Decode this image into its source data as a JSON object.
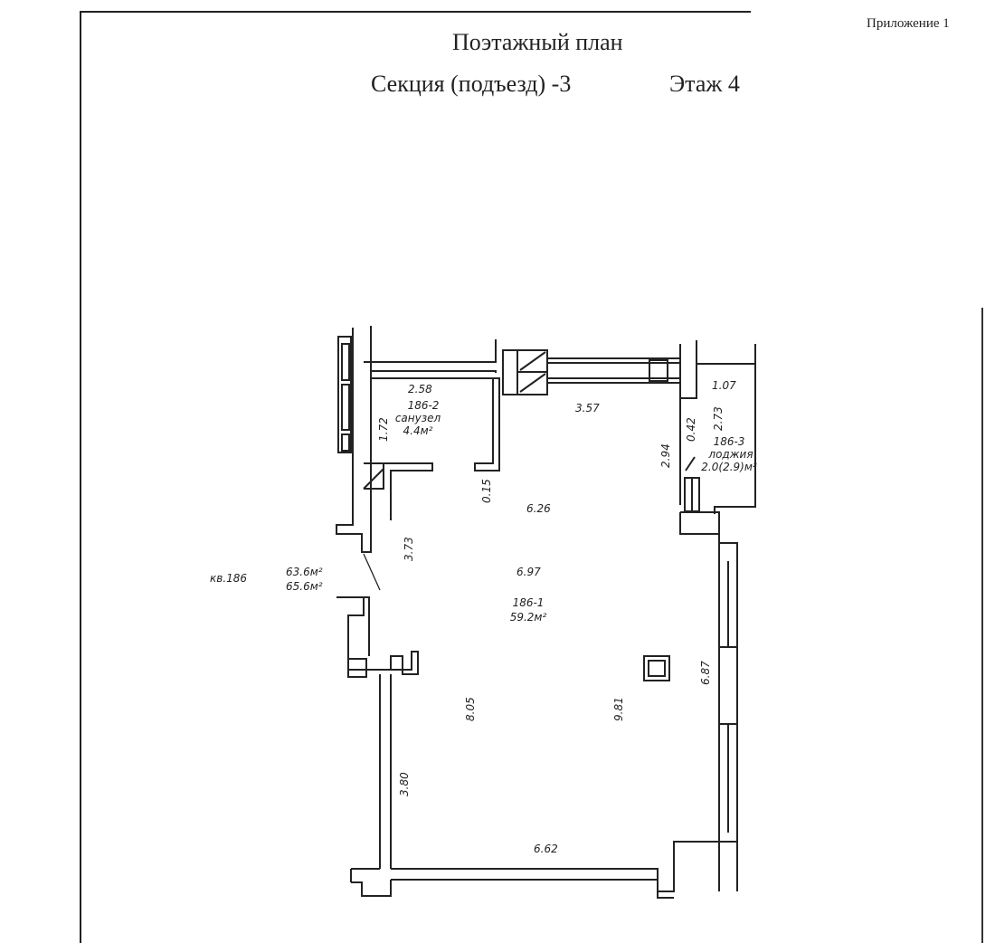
{
  "header": {
    "appendix": "Приложение 1",
    "title": "Поэтажный план",
    "section": "Секция (подъезд) -3",
    "floor": "Этаж 4"
  },
  "plan": {
    "apartment": {
      "label": "кв.186",
      "area_total": "63.6м²",
      "area_with_loggia": "65.6м²"
    },
    "rooms": [
      {
        "id": "186-1",
        "area": "59.2м²"
      },
      {
        "id": "186-2",
        "name": "санузел",
        "area": "4.4м²"
      },
      {
        "id": "186-3",
        "name": "лоджия",
        "area": "2.0(2.9)м²"
      }
    ],
    "dimensions": [
      "2.58",
      "1.72",
      "3.57",
      "1.07",
      "0.42",
      "2.73",
      "2.94",
      "0.15",
      "6.26",
      "3.73",
      "6.97",
      "8.05",
      "9.81",
      "6.87",
      "3.80",
      "6.62"
    ]
  }
}
